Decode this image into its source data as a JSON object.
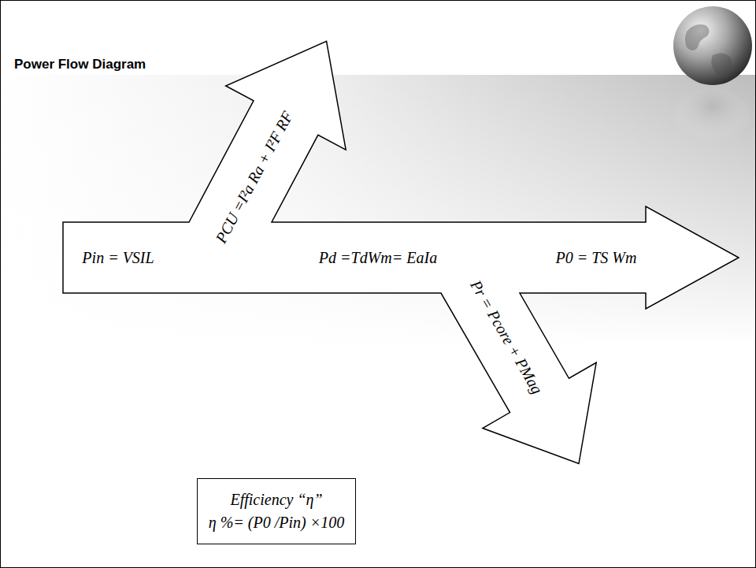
{
  "diagram": {
    "title": "Power Flow Diagram",
    "nodes": [
      {
        "text": [
          "Pin = VSIL",
          "Pd =TdWm= EaIa",
          "P0 = TS Wm",
          "PCU =I²a Ra + I²F RF",
          "Pr = Pcore + PMag"
        ]
      },
      {
        "text": [
          "Efficiency “η”",
          "η %= (P0 /Pin) ×100"
        ]
      }
    ]
  }
}
